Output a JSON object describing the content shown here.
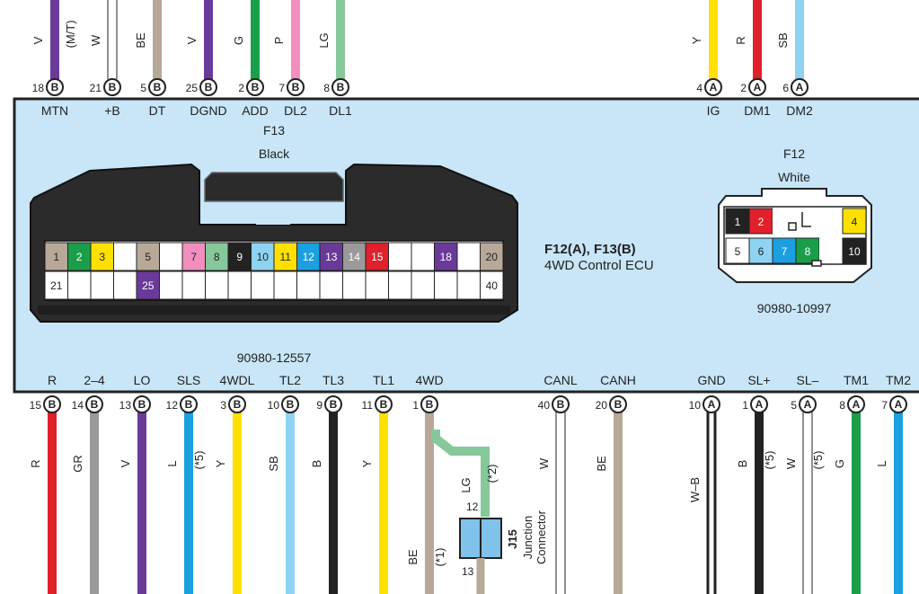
{
  "ecu": {
    "title": "F12(A), F13(B)",
    "subtitle": "4WD Control ECU"
  },
  "f13": {
    "name": "F13",
    "color": "Black",
    "part_no": "90980-12557",
    "row1": [
      {
        "n": "1",
        "fill": "#b8a898"
      },
      {
        "n": "2",
        "fill": "#1a9e4a"
      },
      {
        "n": "3",
        "fill": "#ffe000"
      },
      {
        "n": "",
        "fill": "#ffffff"
      },
      {
        "n": "5",
        "fill": "#b8a898"
      },
      {
        "n": "",
        "fill": "#ffffff"
      },
      {
        "n": "7",
        "fill": "#f28fbf"
      },
      {
        "n": "8",
        "fill": "#86c89a"
      },
      {
        "n": "9",
        "fill": "#222222"
      },
      {
        "n": "10",
        "fill": "#8ed3f2"
      },
      {
        "n": "11",
        "fill": "#ffe000"
      },
      {
        "n": "12",
        "fill": "#1aa0e0"
      },
      {
        "n": "13",
        "fill": "#6a3a9a"
      },
      {
        "n": "14",
        "fill": "#9a9a9a"
      },
      {
        "n": "15",
        "fill": "#e0202a"
      },
      {
        "n": "",
        "fill": "#ffffff"
      },
      {
        "n": "",
        "fill": "#ffffff"
      },
      {
        "n": "18",
        "fill": "#6a3a9a"
      },
      {
        "n": "",
        "fill": "#ffffff"
      },
      {
        "n": "20",
        "fill": "#b8a898"
      }
    ],
    "row2": [
      {
        "n": "21",
        "fill": "#ffffff"
      },
      {
        "n": "",
        "fill": "#ffffff"
      },
      {
        "n": "",
        "fill": "#ffffff"
      },
      {
        "n": "",
        "fill": "#ffffff"
      },
      {
        "n": "25",
        "fill": "#6a3a9a"
      },
      {
        "n": "",
        "fill": "#ffffff"
      },
      {
        "n": "",
        "fill": "#ffffff"
      },
      {
        "n": "",
        "fill": "#ffffff"
      },
      {
        "n": "",
        "fill": "#ffffff"
      },
      {
        "n": "",
        "fill": "#ffffff"
      },
      {
        "n": "",
        "fill": "#ffffff"
      },
      {
        "n": "",
        "fill": "#ffffff"
      },
      {
        "n": "",
        "fill": "#ffffff"
      },
      {
        "n": "",
        "fill": "#ffffff"
      },
      {
        "n": "",
        "fill": "#ffffff"
      },
      {
        "n": "",
        "fill": "#ffffff"
      },
      {
        "n": "",
        "fill": "#ffffff"
      },
      {
        "n": "",
        "fill": "#ffffff"
      },
      {
        "n": "",
        "fill": "#ffffff"
      },
      {
        "n": "40",
        "fill": "#ffffff"
      }
    ]
  },
  "f12": {
    "name": "F12",
    "color": "White",
    "part_no": "90980-10997",
    "row1": [
      {
        "n": "1",
        "fill": "#222222"
      },
      {
        "n": "2",
        "fill": "#e0202a"
      },
      {
        "n": "",
        "fill": "#ffffff"
      },
      {
        "n": "",
        "fill": "#ffffff"
      },
      {
        "n": "",
        "fill": "#ffffff"
      },
      {
        "n": "4",
        "fill": "#ffe000"
      }
    ],
    "row2": [
      {
        "n": "5",
        "fill": "#ffffff"
      },
      {
        "n": "6",
        "fill": "#8ed3f2"
      },
      {
        "n": "7",
        "fill": "#1aa0e0"
      },
      {
        "n": "8",
        "fill": "#1a9e4a"
      },
      {
        "n": "",
        "fill": "#ffffff"
      },
      {
        "n": "10",
        "fill": "#222222"
      }
    ]
  },
  "top_terminals": [
    {
      "pin": "18",
      "conn": "B",
      "name": "MTN",
      "code": "V",
      "note": "(M/T)",
      "color": "#6a3a9a"
    },
    {
      "pin": "21",
      "conn": "B",
      "name": "+B",
      "code": "W",
      "note": "",
      "color": "#ffffff"
    },
    {
      "pin": "5",
      "conn": "B",
      "name": "DT",
      "code": "BE",
      "note": "",
      "color": "#b8a898"
    },
    {
      "pin": "25",
      "conn": "B",
      "name": "DGND",
      "code": "V",
      "note": "",
      "color": "#6a3a9a"
    },
    {
      "pin": "2",
      "conn": "B",
      "name": "ADD",
      "code": "G",
      "note": "",
      "color": "#1a9e4a"
    },
    {
      "pin": "7",
      "conn": "B",
      "name": "DL2",
      "code": "P",
      "note": "",
      "color": "#f28fbf"
    },
    {
      "pin": "8",
      "conn": "B",
      "name": "DL1",
      "code": "LG",
      "note": "",
      "color": "#86c89a"
    },
    {
      "pin": "4",
      "conn": "A",
      "name": "IG",
      "code": "Y",
      "note": "",
      "color": "#ffe000"
    },
    {
      "pin": "2",
      "conn": "A",
      "name": "DM1",
      "code": "R",
      "note": "",
      "color": "#e0202a"
    },
    {
      "pin": "6",
      "conn": "A",
      "name": "DM2",
      "code": "SB",
      "note": "",
      "color": "#8ed3f2"
    }
  ],
  "bottom_terminals": [
    {
      "pin": "15",
      "conn": "B",
      "name": "R",
      "code": "R",
      "note": "",
      "color": "#e0202a"
    },
    {
      "pin": "14",
      "conn": "B",
      "name": "2–4",
      "code": "GR",
      "note": "",
      "color": "#9a9a9a"
    },
    {
      "pin": "13",
      "conn": "B",
      "name": "LO",
      "code": "V",
      "note": "",
      "color": "#6a3a9a"
    },
    {
      "pin": "12",
      "conn": "B",
      "name": "SLS",
      "code": "L",
      "note": "(*5)",
      "color": "#1aa0e0"
    },
    {
      "pin": "3",
      "conn": "B",
      "name": "4WDL",
      "code": "Y",
      "note": "",
      "color": "#ffe000"
    },
    {
      "pin": "10",
      "conn": "B",
      "name": "TL2",
      "code": "SB",
      "note": "",
      "color": "#8ed3f2"
    },
    {
      "pin": "9",
      "conn": "B",
      "name": "TL3",
      "code": "B",
      "note": "",
      "color": "#222222"
    },
    {
      "pin": "11",
      "conn": "B",
      "name": "TL1",
      "code": "Y",
      "note": "",
      "color": "#ffe000"
    },
    {
      "pin": "1",
      "conn": "B",
      "name": "4WD",
      "code": "BE",
      "note": "(*1)",
      "color": "#b8a898"
    },
    {
      "pin": "40",
      "conn": "B",
      "name": "CANL",
      "code": "W",
      "note": "",
      "color": "#ffffff"
    },
    {
      "pin": "20",
      "conn": "B",
      "name": "CANH",
      "code": "BE",
      "note": "",
      "color": "#b8a898"
    },
    {
      "pin": "10",
      "conn": "A",
      "name": "GND",
      "code": "W–B",
      "note": "",
      "color": "#ffffff"
    },
    {
      "pin": "1",
      "conn": "A",
      "name": "SL+",
      "code": "B",
      "note": "(*5)",
      "color": "#222222"
    },
    {
      "pin": "5",
      "conn": "A",
      "name": "SL–",
      "code": "W",
      "note": "(*5)",
      "color": "#ffffff"
    },
    {
      "pin": "8",
      "conn": "A",
      "name": "TM1",
      "code": "G",
      "note": "",
      "color": "#1a9e4a"
    },
    {
      "pin": "7",
      "conn": "A",
      "name": "TM2",
      "code": "L",
      "note": "",
      "color": "#1aa0e0"
    }
  ],
  "junction": {
    "id": "J15",
    "label1": "Junction",
    "label2": "Connector",
    "pin_in": "12",
    "pin_out": "13",
    "wire_code": "LG",
    "wire_note": "(*2)",
    "wire_color": "#86c89a"
  },
  "colors": {
    "ecu_fill": "#c8e6f8",
    "connector_body": "#2b2b2b"
  }
}
